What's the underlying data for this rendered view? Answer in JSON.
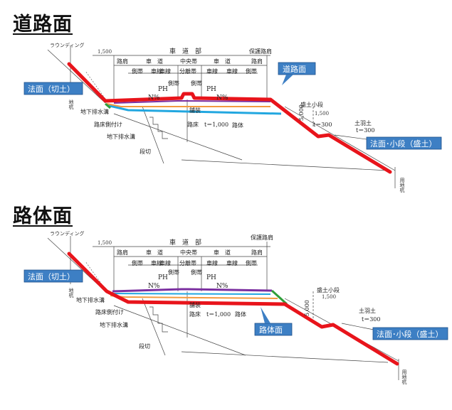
{
  "colors": {
    "red": "#e8141b",
    "blue_line": "#22a7e0",
    "orange_line": "#f39a3e",
    "purple_line": "#7b2fa0",
    "green_line": "#2f9e3a",
    "callout_fill": "#3d7fc4"
  },
  "top": {
    "title": "道路面",
    "callouts": {
      "slope_cut": "法面（切土）",
      "road_surface": "道路面",
      "slope_fill": "法面･小段（盛土）"
    }
  },
  "bottom": {
    "title": "路体面",
    "callouts": {
      "slope_cut": "法面（切土）",
      "subgrade": "路体面",
      "slope_fill": "法面･小段（盛土）"
    }
  },
  "drawing": {
    "rounding": "ラウンディング",
    "width_1500": "1,500",
    "carriageway": "車　道　部",
    "protect_path": "保護路肩",
    "shoulder": "路肩",
    "roadway": "車　道",
    "median": "中央帯",
    "side_strip": "側帯",
    "lane": "車線",
    "median_strip": "分離帯",
    "ph": "PH",
    "n_pct": "N%",
    "fill_berm": "盛土小段",
    "berm_1500": "1,500",
    "t300": "t＝300",
    "cover_soil": "土羽土",
    "height_5000": "5,000",
    "pavement": "舗装",
    "subbase": "路床　t＝1,000",
    "body": "路体",
    "under_drain": "地下排水溝",
    "bed_support": "路床側付け",
    "step_cut": "段切",
    "land_pile": "用地杭",
    "boundary_pile": "地杭"
  }
}
